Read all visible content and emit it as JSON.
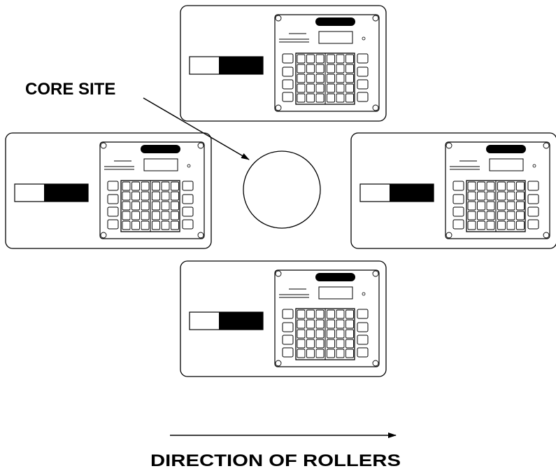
{
  "labels": {
    "core_site": "CORE SITE",
    "direction": "DIRECTION OF ROLLERS"
  },
  "devices": [
    {
      "id": "top-device"
    },
    {
      "id": "left-device"
    },
    {
      "id": "right-device"
    },
    {
      "id": "bottom-device"
    }
  ],
  "colors": {
    "stroke": "#000000",
    "fill_dark": "#000000",
    "background": "#ffffff"
  }
}
